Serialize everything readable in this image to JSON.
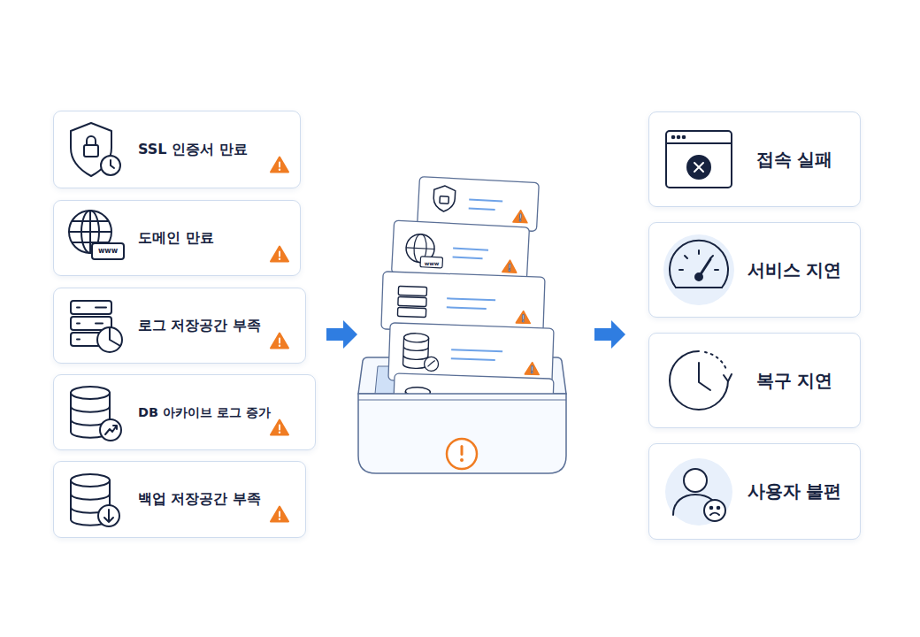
{
  "diagram": {
    "nodes": [
      {
        "text": [
          "SSL 인증서 만료"
        ]
      },
      {
        "text": [
          "도메인 만료"
        ]
      },
      {
        "text": [
          "로그 저장공간 부족"
        ]
      },
      {
        "text": [
          "DB 아카이브 로그 증가"
        ]
      },
      {
        "text": [
          "백업 저장공간 부족"
        ]
      },
      {
        "text": [
          "접속 실패"
        ]
      },
      {
        "text": [
          "서비스 지연"
        ]
      },
      {
        "text": [
          "복구 지연"
        ]
      },
      {
        "text": [
          "사용자 불편"
        ]
      }
    ],
    "labels": [
      "www",
      "www"
    ]
  }
}
